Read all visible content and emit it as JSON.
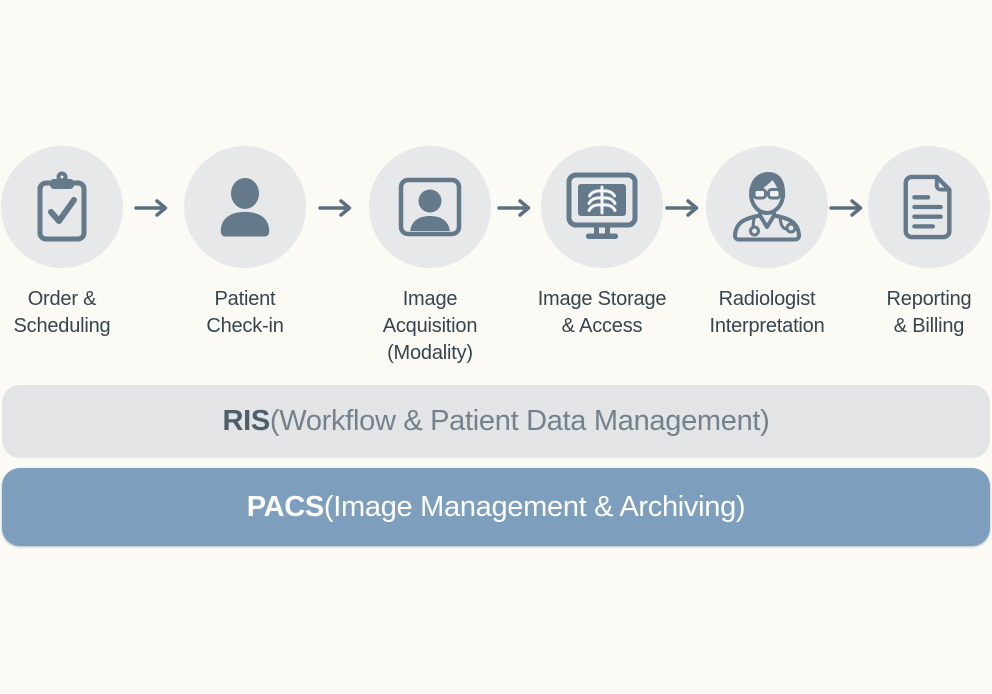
{
  "colors": {
    "page_bg": "#fbfaf5",
    "circle_bg": "#e6e8e9",
    "slate": "#64798a",
    "arrow": "#5a7080",
    "label_text": "#36454e",
    "ris_bg": "#e2e4e6",
    "ris_acronym": "#4e5d6a",
    "ris_text": "#74818d",
    "pacs_bg": "#7e9ebe",
    "pacs_text": "#fdfdfd",
    "xray_lines": "#f2f4f5"
  },
  "workflow": {
    "arrow_icon": "arrow-right-icon",
    "steps": [
      {
        "label": "Order &\nScheduling",
        "icon": "clipboard-check-icon"
      },
      {
        "label": "Patient\nCheck-in",
        "icon": "person-icon"
      },
      {
        "label": "Image\nAcquisition\n(Modality)",
        "icon": "portrait-photo-icon"
      },
      {
        "label": "Image Storage\n& Access",
        "icon": "xray-monitor-icon"
      },
      {
        "label": "Radiologist\nInterpretation",
        "icon": "doctor-icon"
      },
      {
        "label": "Reporting\n& Billing",
        "icon": "document-lines-icon"
      }
    ]
  },
  "bars": {
    "ris": {
      "acronym": "RIS",
      "rest": " (Workflow & Patient Data Management)"
    },
    "pacs": {
      "acronym": "PACS",
      "rest": " (Image Management & Archiving)"
    }
  }
}
